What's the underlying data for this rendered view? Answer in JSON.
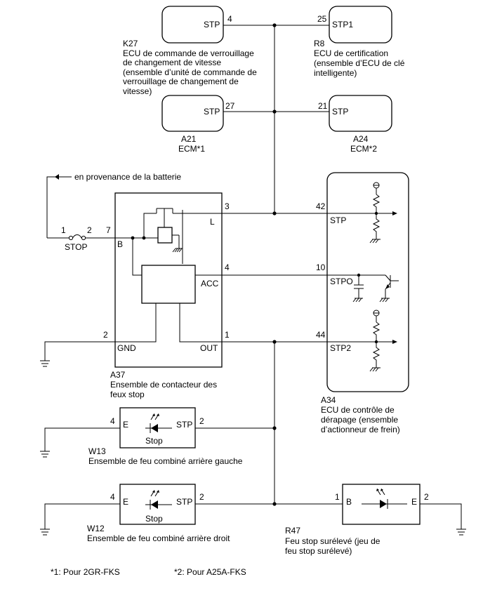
{
  "ecus": {
    "k27": {
      "code": "K27",
      "name_lines": [
        "ECU de commande de verrouillage",
        "de changement de vitesse",
        "(ensemble d’unité de commande de",
        "verrouillage de changement de",
        "vitesse)"
      ],
      "terminal": "STP",
      "pin": "4"
    },
    "r8": {
      "code": "R8",
      "name_lines": [
        "ECU de certification",
        "(ensemble d’ECU de clé",
        "intelligente)"
      ],
      "terminal": "STP1",
      "pin": "25"
    },
    "a21": {
      "code": "A21",
      "name": "ECM*1",
      "terminal": "STP",
      "pin": "27"
    },
    "a24": {
      "code": "A24",
      "name": "ECM*2",
      "terminal": "STP",
      "pin": "21"
    }
  },
  "battery_label": "en provenance de la batterie",
  "fuse": {
    "name": "STOP",
    "pin_in": "1",
    "pin_out": "2"
  },
  "a37": {
    "code": "A37",
    "name_lines": [
      "Ensemble de contacteur des",
      "feux stop"
    ],
    "terminals": {
      "b": "B",
      "l": "L",
      "acc": "ACC",
      "gnd": "GND",
      "out": "OUT"
    },
    "pins": {
      "b": "7",
      "l": "3",
      "acc": "4",
      "gnd": "2",
      "out": "1"
    }
  },
  "a34": {
    "code": "A34",
    "name_lines": [
      "ECU de contrôle de",
      "dérapage (ensemble",
      "d’actionneur de frein)"
    ],
    "terminals": {
      "stp": "STP",
      "stpo": "STPO",
      "stp2": "STP2"
    },
    "pins": {
      "stp": "42",
      "stpo": "10",
      "stp2": "44"
    }
  },
  "w13": {
    "code": "W13",
    "name": "Ensemble de feu combiné arrière gauche",
    "t_e": "E",
    "t_stp": "STP",
    "pin_e": "4",
    "pin_stp": "2",
    "lamp": "Stop"
  },
  "w12": {
    "code": "W12",
    "name": "Ensemble de feu combiné arrière droit",
    "t_e": "E",
    "t_stp": "STP",
    "pin_e": "4",
    "pin_stp": "2",
    "lamp": "Stop"
  },
  "r47": {
    "code": "R47",
    "name_lines": [
      "Feu stop surélevé (jeu de",
      "feu stop surélevé)"
    ],
    "t_b": "B",
    "t_e": "E",
    "pin_b": "1",
    "pin_e": "2"
  },
  "footnotes": [
    "*1: Pour 2GR-FKS",
    "*2: Pour A25A-FKS"
  ]
}
